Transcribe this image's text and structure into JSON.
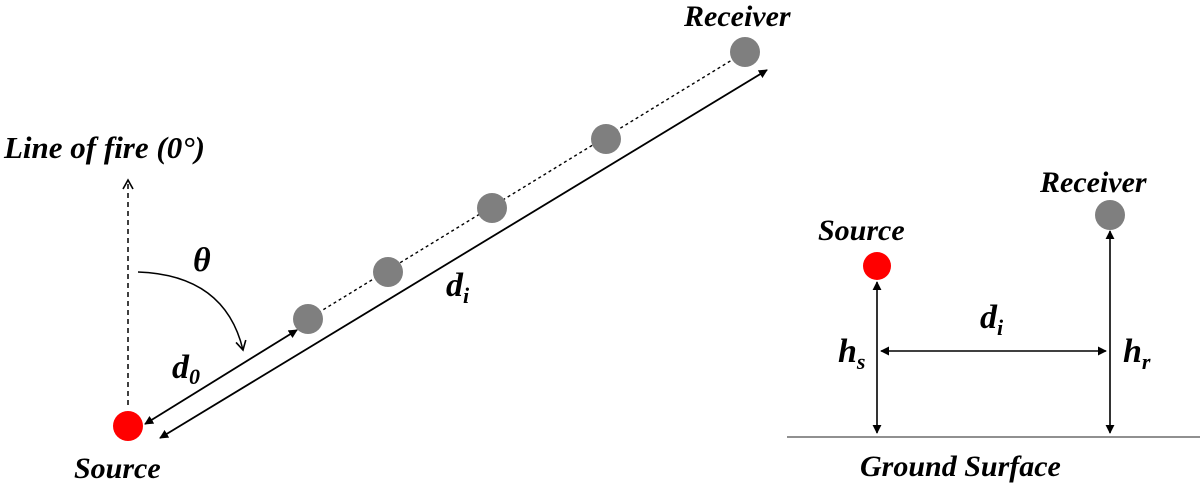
{
  "colors": {
    "source": "#ff0000",
    "receiver": "#7f7f7f",
    "line": "#000000",
    "ground": "#808080"
  },
  "top_view": {
    "line_of_fire_label": "Line of fire (0°)",
    "angle_symbol": "θ",
    "source_label": "Source",
    "receiver_label": "Receiver",
    "d0": {
      "base": "d",
      "sub": "0"
    },
    "di": {
      "base": "d",
      "sub": "i"
    },
    "intermediate_receiver_count": 4
  },
  "side_view": {
    "source_label": "Source",
    "receiver_label": "Receiver",
    "di": {
      "base": "d",
      "sub": "i"
    },
    "hs": {
      "base": "h",
      "sub": "s"
    },
    "hr": {
      "base": "h",
      "sub": "r"
    },
    "ground_label": "Ground Surface"
  }
}
